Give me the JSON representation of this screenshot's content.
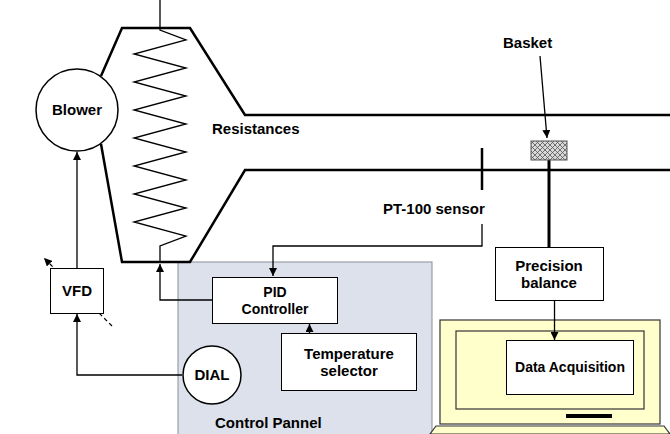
{
  "diagram": {
    "nodes": [
      {
        "text": [
          "Blower"
        ]
      },
      {
        "text": [
          "VFD"
        ]
      },
      {
        "text": [
          "Control Pannel"
        ]
      },
      {
        "text": [
          "PID Controller"
        ],
        "in": 2
      },
      {
        "text": [
          "DIAL"
        ],
        "in": 2
      },
      {
        "text": [
          "Temperature selector"
        ],
        "in": 2
      },
      {
        "text": [
          "Precision balance"
        ]
      },
      {
        "text": [
          "Data Acquisition"
        ]
      }
    ],
    "edges": [
      {
        "from": 1,
        "to": 0,
        "arrow": "to"
      },
      {
        "from": 4,
        "to": 1,
        "arrow": "to"
      },
      {
        "from": 5,
        "to": 3,
        "arrow": "to"
      },
      {
        "from": 6,
        "to": 7,
        "arrow": "to"
      }
    ],
    "labels": [
      "Resistances",
      "PT-100 sensor",
      "Basket"
    ]
  }
}
